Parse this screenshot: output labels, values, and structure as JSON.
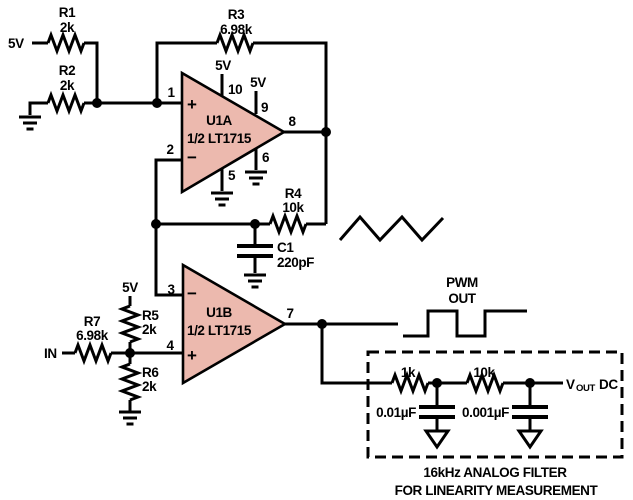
{
  "colors": {
    "opamp_fill": "#ECB9AE",
    "line": "#000000",
    "background": "#FFFFFF"
  },
  "power": {
    "rail": "5V"
  },
  "oscillator": {
    "r1": {
      "name": "R1",
      "value": "2k"
    },
    "r2": {
      "name": "R2",
      "value": "2k"
    },
    "r3": {
      "name": "R3",
      "value": "6.98k"
    },
    "r4": {
      "name": "R4",
      "value": "10k"
    },
    "c1": {
      "name": "C1",
      "value": "220pF"
    },
    "u1a": {
      "name": "U1A",
      "part": "1/2 LT1715",
      "plus": "+",
      "minus": "−",
      "pin1": "1",
      "pin2": "2",
      "pin5": "5",
      "pin6": "6",
      "pin8": "8",
      "pin9": "9",
      "pin10": "10"
    }
  },
  "modulator": {
    "input_label": "IN",
    "r5": {
      "name": "R5",
      "value": "2k"
    },
    "r6": {
      "name": "R6",
      "value": "2k"
    },
    "r7": {
      "name": "R7",
      "value": "6.98k"
    },
    "u1b": {
      "name": "U1B",
      "part": "1/2 LT1715",
      "plus": "+",
      "minus": "−",
      "pin3": "3",
      "pin4": "4",
      "pin7": "7"
    },
    "pwm": {
      "line1": "PWM",
      "line2": "OUT"
    }
  },
  "filter": {
    "r1k": "1k",
    "r10k": "10k",
    "c1_label": "0.01µF",
    "c2_label": "0.001µF",
    "vout_prefix": "V",
    "vout_subscript": "OUT",
    "vout_suffix": "DC",
    "caption_line1": "16kHz ANALOG FILTER",
    "caption_line2": "FOR LINEARITY MEASUREMENT"
  }
}
